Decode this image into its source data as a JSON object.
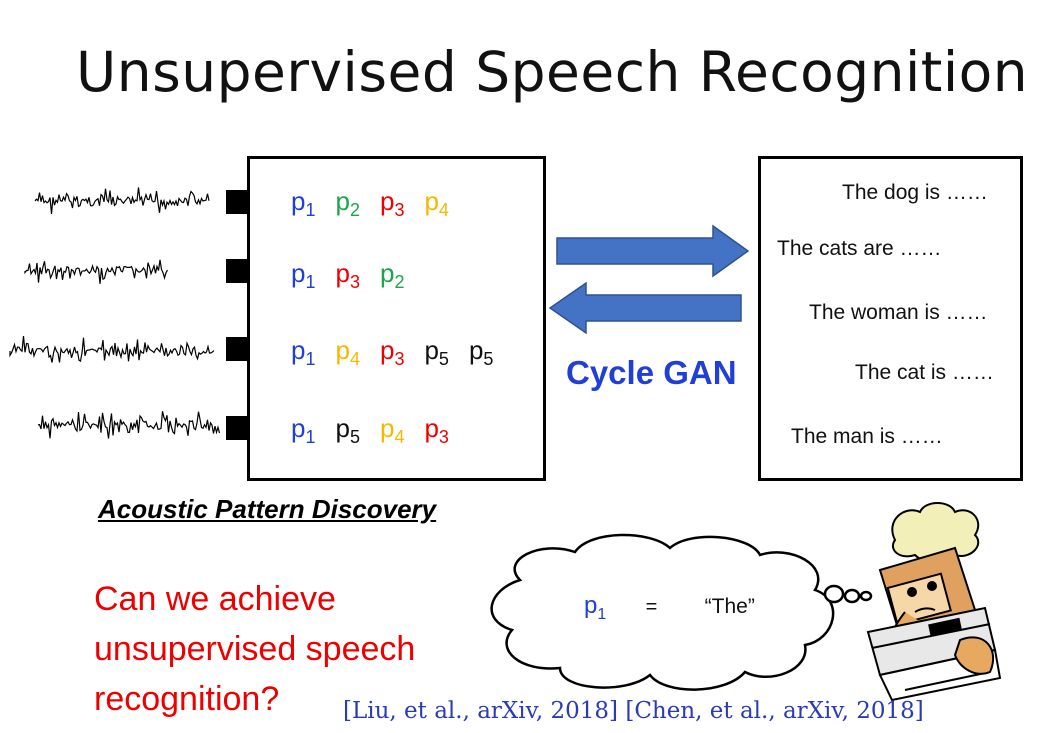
{
  "title": "Unsupervised Speech Recognition",
  "colors": {
    "p1": "#1f3fd6",
    "p2": "#1aa64a",
    "p3": "#ee0000",
    "p4": "#f5b800",
    "p5": "#111111",
    "arrow_blue": "#4472c4"
  },
  "pattern_rows": [
    [
      {
        "base": "p",
        "sub": "1",
        "color": "p1"
      },
      {
        "base": "p",
        "sub": "2",
        "color": "p2"
      },
      {
        "base": "p",
        "sub": "3",
        "color": "p3"
      },
      {
        "base": "p",
        "sub": "4",
        "color": "p4"
      }
    ],
    [
      {
        "base": "p",
        "sub": "1",
        "color": "p1"
      },
      {
        "base": "p",
        "sub": "3",
        "color": "p3"
      },
      {
        "base": "p",
        "sub": "2",
        "color": "p2"
      }
    ],
    [
      {
        "base": "p",
        "sub": "1",
        "color": "p1"
      },
      {
        "base": "p",
        "sub": "4",
        "color": "p4"
      },
      {
        "base": "p",
        "sub": "3",
        "color": "p3"
      },
      {
        "base": "p",
        "sub": "5",
        "color": "p5"
      },
      {
        "base": "p",
        "sub": "5",
        "color": "p5"
      }
    ],
    [
      {
        "base": "p",
        "sub": "1",
        "color": "p1"
      },
      {
        "base": "p",
        "sub": "5",
        "color": "p5"
      },
      {
        "base": "p",
        "sub": "4",
        "color": "p4"
      },
      {
        "base": "p",
        "sub": "3",
        "color": "p3"
      }
    ]
  ],
  "sentences": [
    "The dog is ……",
    "The cats  are ……",
    "The woman is ……",
    "The cat is ……",
    "The man is ……"
  ],
  "cycle_gan_label": "Cycle GAN",
  "acoustic_label": "Acoustic Pattern Discovery",
  "question": "Can we achieve unsupervised speech recognition?",
  "thought": {
    "token": "p",
    "token_sub": "1",
    "equals": "=",
    "word": "“The”"
  },
  "citation": "[Liu, et al., arXiv, 2018] [Chen, et al., arXiv, 2018]",
  "icons": [
    "waveform-icon",
    "black-arrow-icon",
    "blue-arrow-right-icon",
    "blue-arrow-left-icon",
    "thought-cloud-icon",
    "thinking-computer-icon"
  ]
}
